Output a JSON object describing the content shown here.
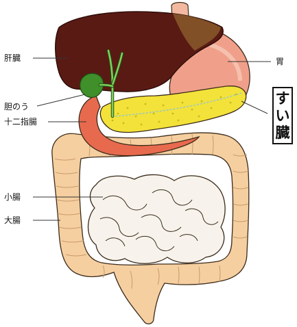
{
  "labels": {
    "liver": "肝臓",
    "gallbladder": "胆のう",
    "duodenum": "十二指腸",
    "small_intestine": "小腸",
    "large_intestine": "大腸",
    "stomach": "胃"
  },
  "callout": {
    "pancreas_chars": [
      "す",
      "い",
      "臓"
    ]
  },
  "colors": {
    "liver": "#5a1a14",
    "gallbladder": "#3f8f2a",
    "stomach": "#f0a08a",
    "pancreas": "#f2e23a",
    "duodenum": "#e86a4e",
    "intestine_large": "#f5cfa0",
    "intestine_small": "#f7f3ec",
    "outline": "#3a2a1a"
  }
}
